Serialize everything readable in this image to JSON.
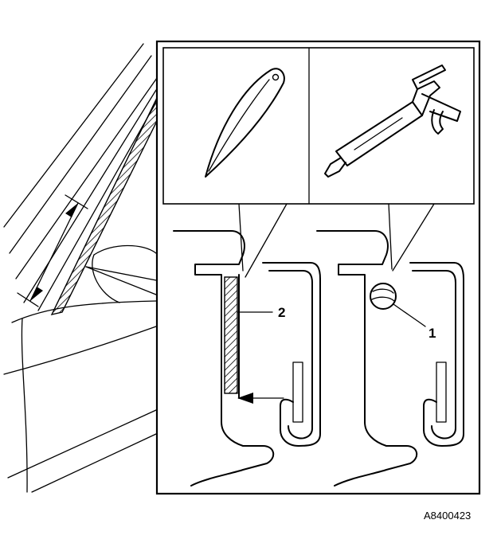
{
  "diagram": {
    "figure_id": "A8400423",
    "callouts": [
      {
        "id": "1",
        "label": "1"
      },
      {
        "id": "2",
        "label": "2"
      }
    ],
    "tools": [
      {
        "name": "knife-icon"
      },
      {
        "name": "caulking-gun-icon"
      }
    ]
  }
}
